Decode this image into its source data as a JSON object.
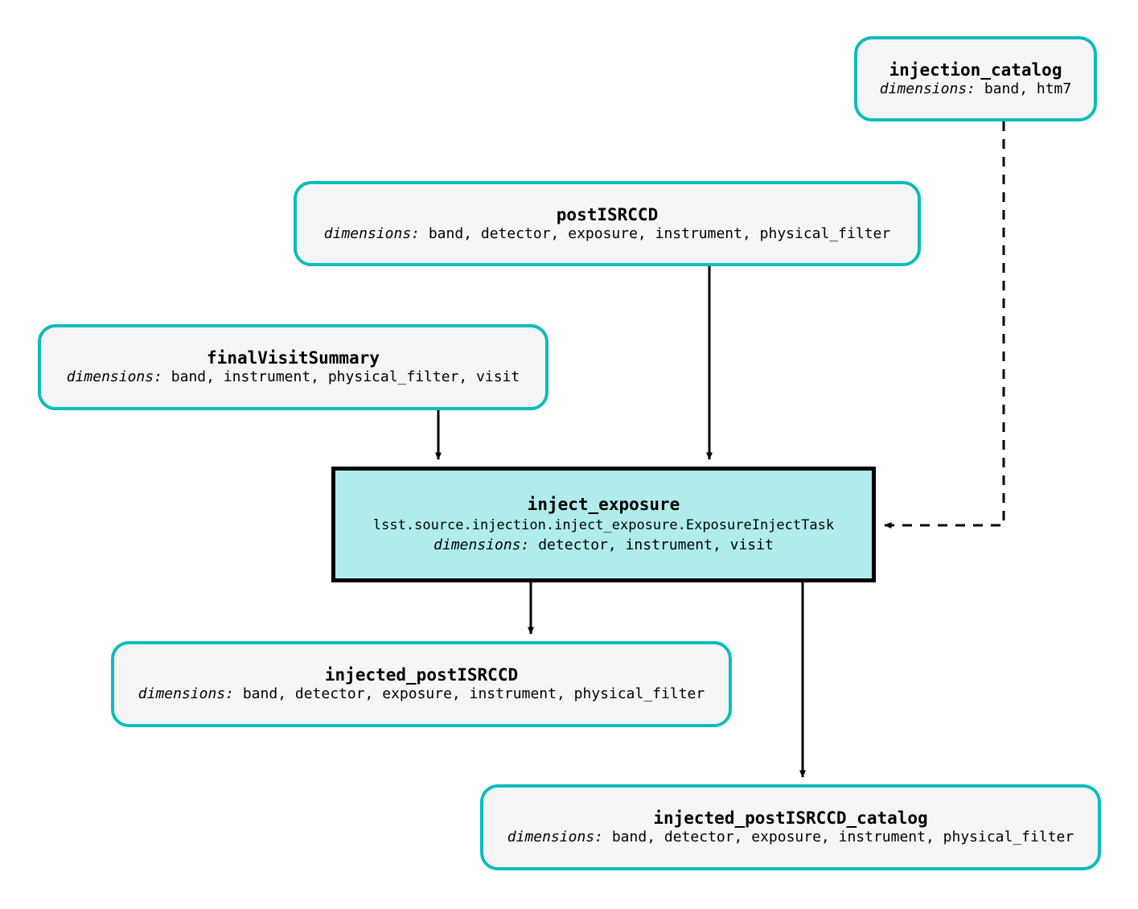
{
  "diagram": {
    "type": "pipeline-graph",
    "colors": {
      "dataset_border": "#0cbcbc",
      "dataset_fill": "#f5f5f5",
      "task_border": "#000000",
      "task_fill": "#b0ecec",
      "edge": "#000000",
      "background": "#ffffff"
    },
    "dims_label": "dimensions:",
    "nodes": [
      {
        "id": "injection_catalog",
        "kind": "dataset",
        "title": "injection_catalog",
        "dimensions": "band, htm7"
      },
      {
        "id": "postISRCCD",
        "kind": "dataset",
        "title": "postISRCCD",
        "dimensions": "band, detector, exposure, instrument, physical_filter"
      },
      {
        "id": "finalVisitSummary",
        "kind": "dataset",
        "title": "finalVisitSummary",
        "dimensions": "band, instrument, physical_filter, visit"
      },
      {
        "id": "inject_exposure",
        "kind": "task",
        "title": "inject_exposure",
        "task_class": "lsst.source.injection.inject_exposure.ExposureInjectTask",
        "dimensions": "detector, instrument, visit"
      },
      {
        "id": "injected_postISRCCD",
        "kind": "dataset",
        "title": "injected_postISRCCD",
        "dimensions": "band, detector, exposure, instrument, physical_filter"
      },
      {
        "id": "injected_postISRCCD_catalog",
        "kind": "dataset",
        "title": "injected_postISRCCD_catalog",
        "dimensions": "band, detector, exposure, instrument, physical_filter"
      }
    ],
    "edges": [
      {
        "from": "postISRCCD",
        "to": "inject_exposure",
        "style": "solid"
      },
      {
        "from": "finalVisitSummary",
        "to": "inject_exposure",
        "style": "solid"
      },
      {
        "from": "injection_catalog",
        "to": "inject_exposure",
        "style": "dashed"
      },
      {
        "from": "inject_exposure",
        "to": "injected_postISRCCD",
        "style": "solid"
      },
      {
        "from": "inject_exposure",
        "to": "injected_postISRCCD_catalog",
        "style": "solid"
      }
    ]
  }
}
